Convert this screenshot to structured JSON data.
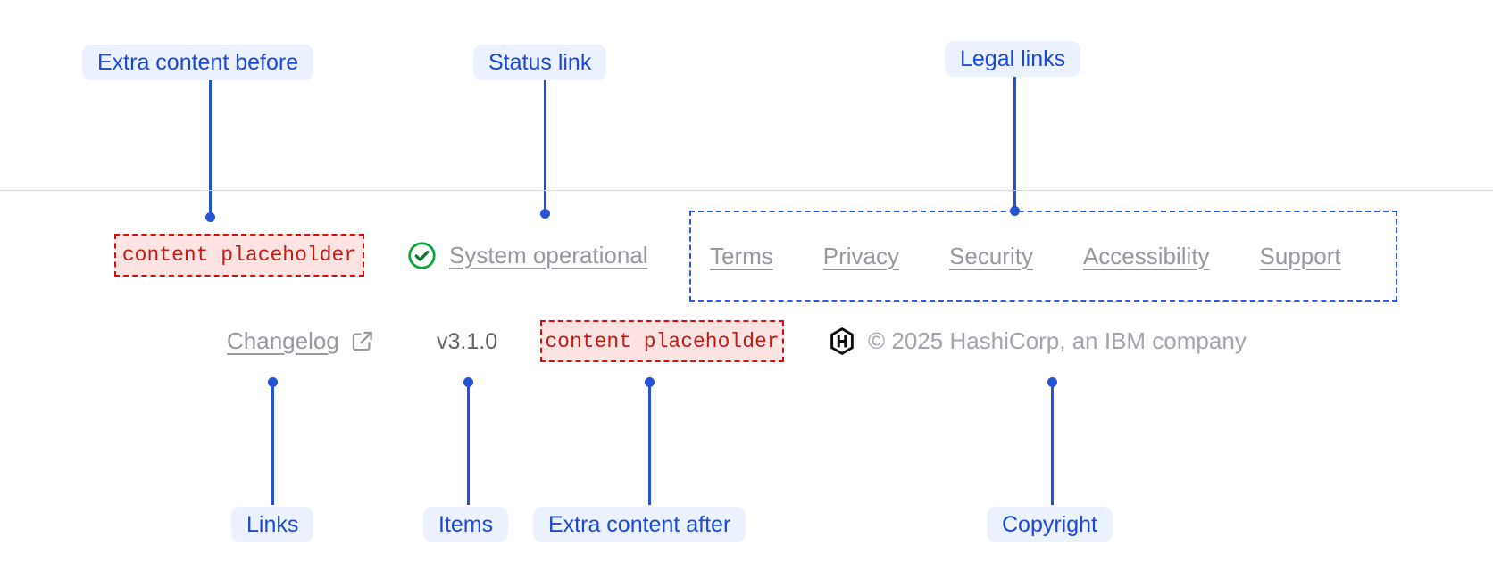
{
  "figure": {
    "type": "component-anatomy",
    "component": "app-footer"
  },
  "annotations": {
    "top": [
      {
        "id": "extra-content-before",
        "label": "Extra content before"
      },
      {
        "id": "status-link",
        "label": "Status link"
      },
      {
        "id": "legal-links",
        "label": "Legal links"
      }
    ],
    "bottom": [
      {
        "id": "links",
        "label": "Links"
      },
      {
        "id": "items",
        "label": "Items"
      },
      {
        "id": "extra-content-after",
        "label": "Extra content after"
      },
      {
        "id": "copyright",
        "label": "Copyright"
      }
    ]
  },
  "footer": {
    "extra_content_before": "content placeholder",
    "status": {
      "label": "System operational",
      "icon": "check-circle-icon"
    },
    "legal_links": [
      "Terms",
      "Privacy",
      "Security",
      "Accessibility",
      "Support"
    ],
    "links": [
      {
        "label": "Changelog",
        "icon": "external-link-icon"
      }
    ],
    "version": "v3.1.0",
    "extra_content_after": "content placeholder",
    "copyright": {
      "logo": "hashicorp-logo-icon",
      "text": "© 2025 HashiCorp, an IBM company"
    }
  },
  "colors": {
    "annotation_blue": "#1c4ad6",
    "annotation_pill_bg": "#ebf1fe",
    "dashed_selection_blue": "#2f5be2",
    "placeholder_red_border": "#d90f0f",
    "placeholder_red_text": "#bf1d15",
    "placeholder_red_bg": "#fde4e3",
    "status_green": "#0ba437",
    "muted_link_gray": "#9a97a1",
    "version_gray": "#63656b",
    "copyright_gray": "#a5a3ac",
    "divider_gray": "#d9d7dd",
    "logo_black": "#0c0d12"
  }
}
